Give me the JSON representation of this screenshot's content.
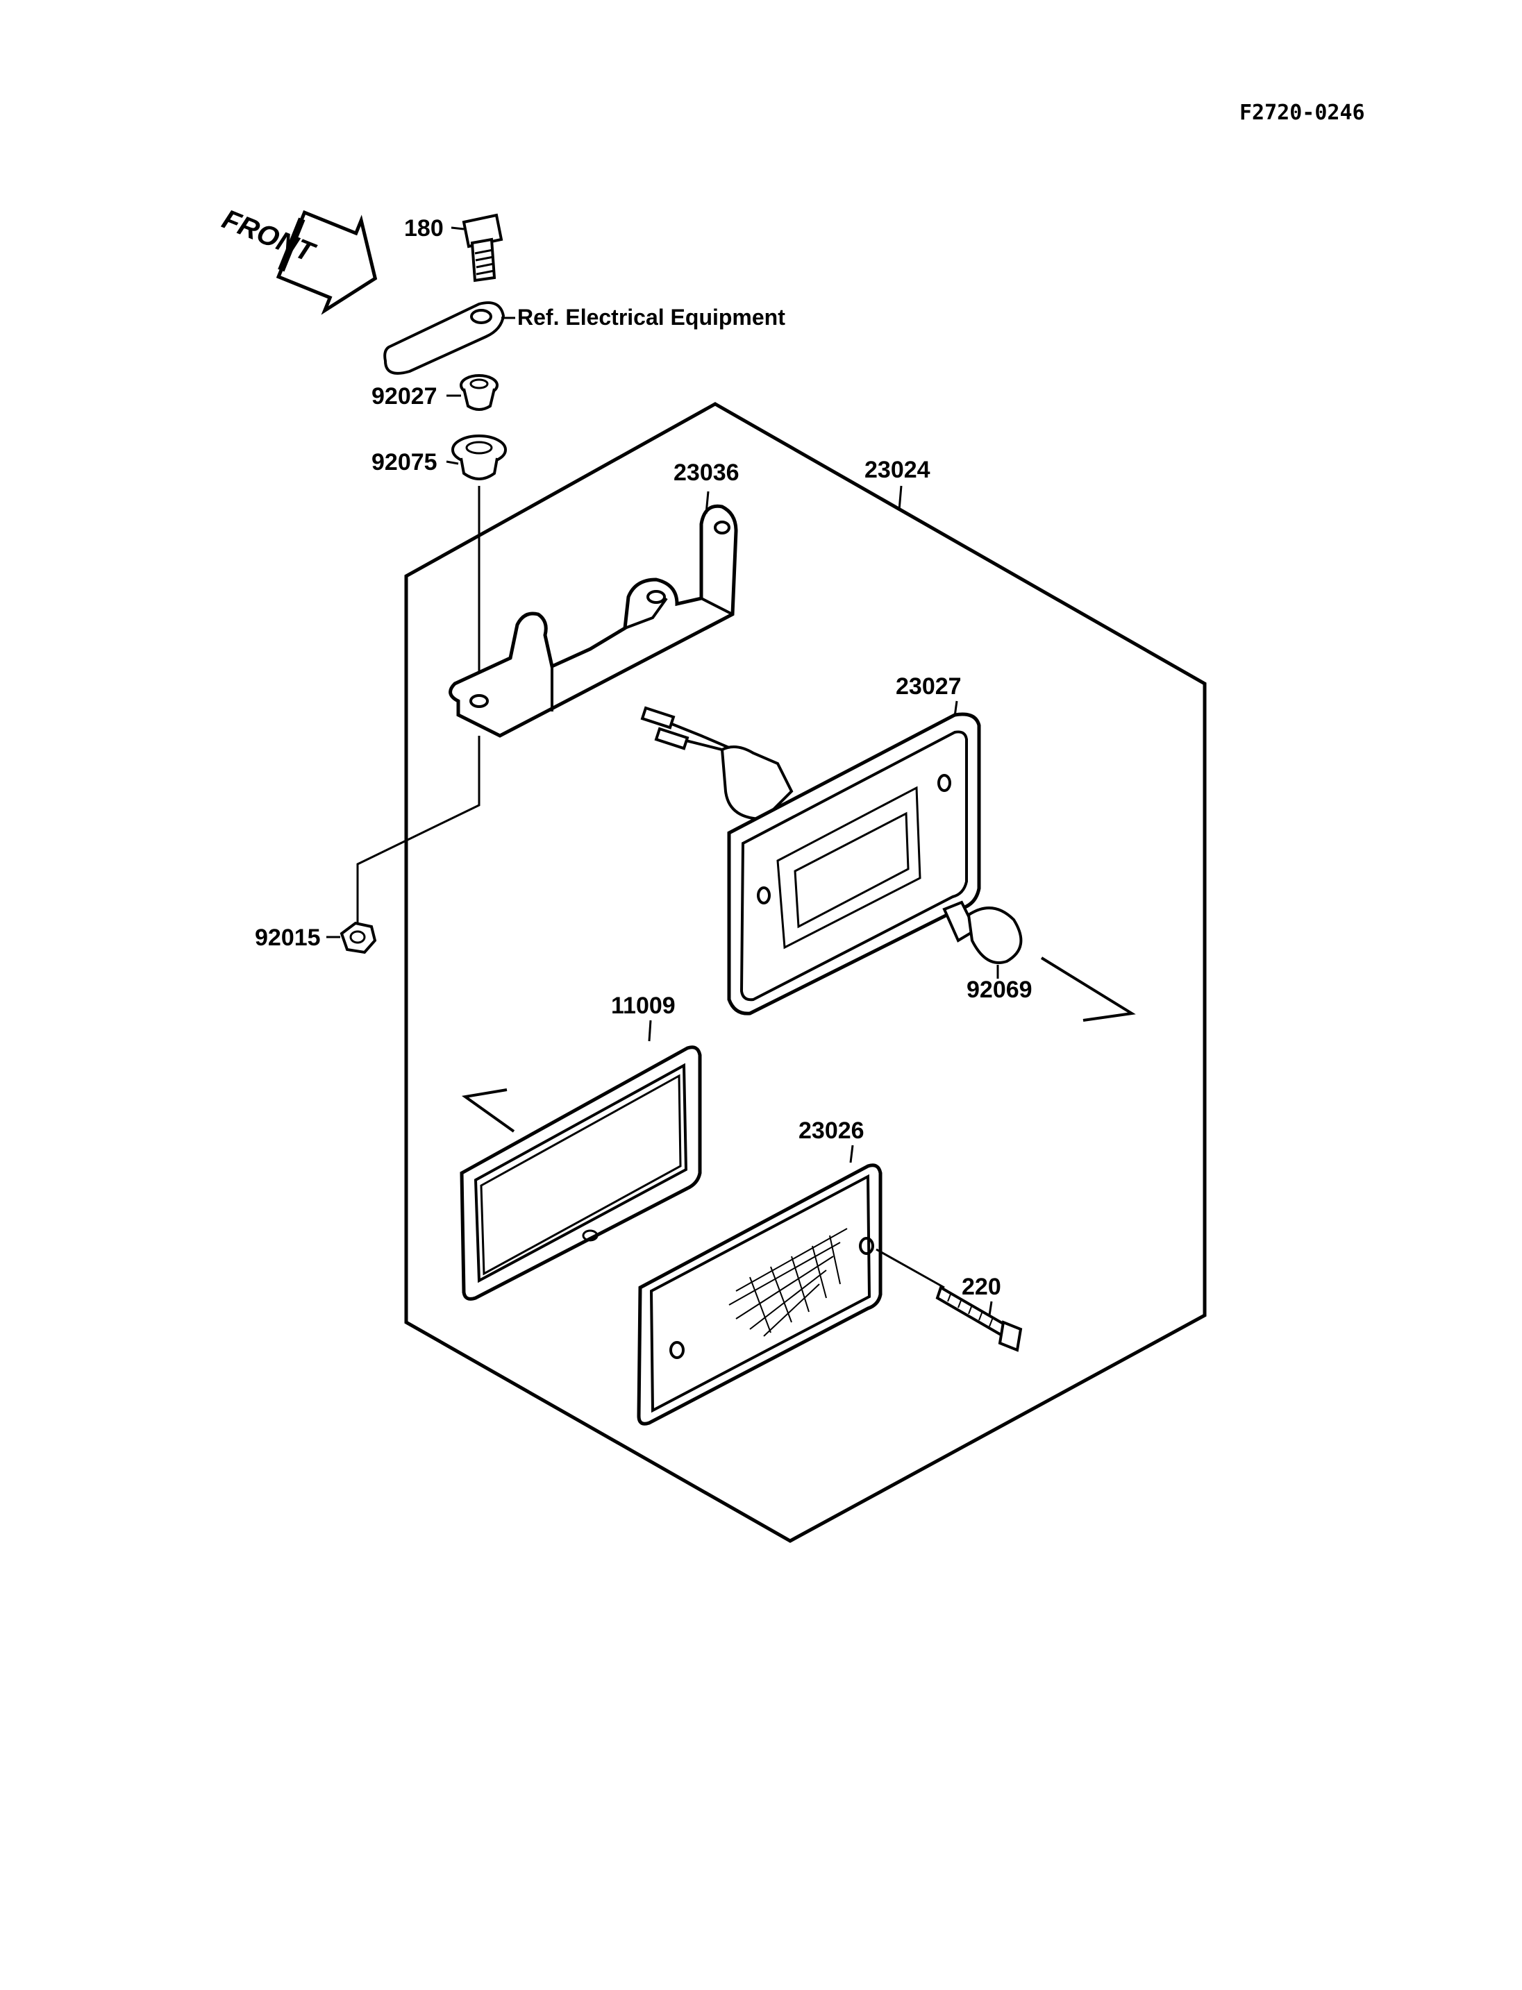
{
  "diagram_code": "F2720-0246",
  "front_label": "FRONT",
  "reference_note": "Ref. Electrical Equipment",
  "parts": {
    "p180": "180",
    "p92027": "92027",
    "p92075": "92075",
    "p92015": "92015",
    "p23036": "23036",
    "p23024": "23024",
    "p23027": "23027",
    "p92069": "92069",
    "p11009": "11009",
    "p23026": "23026",
    "p220": "220"
  }
}
